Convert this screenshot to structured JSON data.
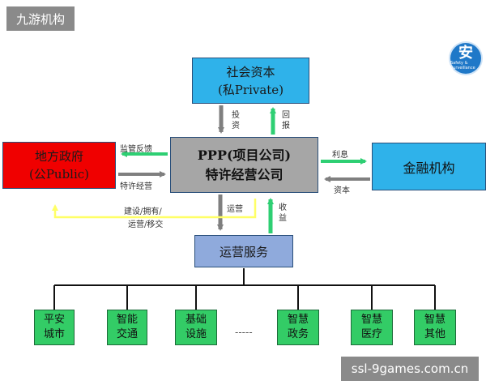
{
  "header": {
    "badge": "九游机构"
  },
  "footer": {
    "url": "ssl-9games.com.cn"
  },
  "logo": {
    "char": "安",
    "sub": "Safety & Surveillance"
  },
  "nodes": {
    "social_capital": {
      "line1": "社会资本",
      "line2": "(私Private)"
    },
    "government": {
      "line1": "地方政府",
      "line2": "(公Public)"
    },
    "ppp": {
      "line1": "PPP(项目公司)",
      "line2": "特许经营公司"
    },
    "finance": {
      "label": "金融机构"
    },
    "operations": {
      "label": "运营服务"
    }
  },
  "edges": {
    "invest": "投资",
    "return": "回报",
    "supervise": "监管反馈",
    "franchise": "特许经营",
    "interest": "利息",
    "capital": "资本",
    "operate": "运营",
    "income": "收益",
    "build_1": "建设/拥有/",
    "build_2": "运营/移交"
  },
  "leaves": [
    {
      "line1": "平安",
      "line2": "城市"
    },
    {
      "line1": "智能",
      "line2": "交通"
    },
    {
      "line1": "基础",
      "line2": "设施"
    },
    {
      "line1": "智慧",
      "line2": "政务"
    },
    {
      "line1": "智慧",
      "line2": "医疗"
    },
    {
      "line1": "智慧",
      "line2": "其他"
    }
  ],
  "ellipsis": "-----",
  "colors": {
    "gray_arrow": "#7f7f7f",
    "green_arrow": "#2ecf73",
    "yellow_line": "#ffff66",
    "tree_line": "#111111"
  }
}
